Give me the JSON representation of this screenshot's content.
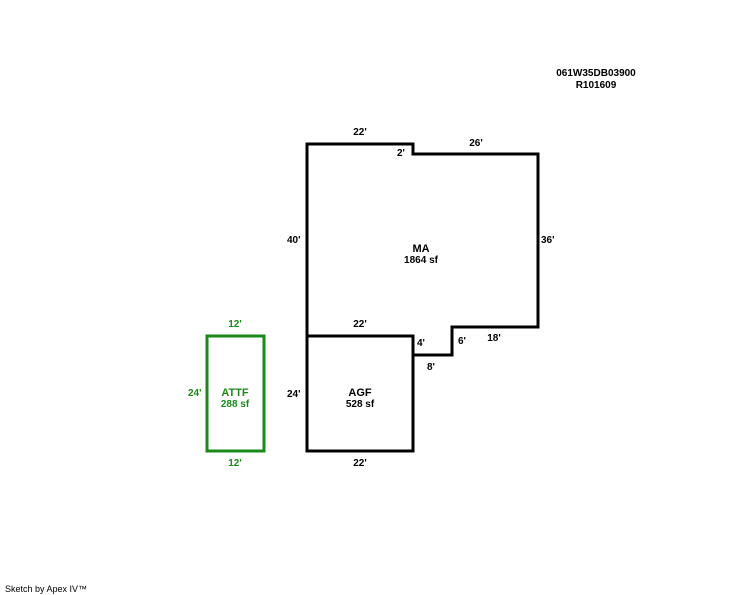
{
  "header": {
    "parcel_id": "061W35DB03900",
    "account": "R101609"
  },
  "areas": {
    "ma": {
      "name": "MA",
      "size": "1864 sf",
      "dims": {
        "top_left": "22'",
        "step_down": "2'",
        "top_right": "26'",
        "right": "36'",
        "left": "40'",
        "bottom_right": "18'",
        "notch_height": "6'",
        "agf_top": "22'"
      }
    },
    "agf": {
      "name": "AGF",
      "size": "528 sf",
      "dims": {
        "left": "24'",
        "bottom": "22'",
        "ledge": "4'",
        "ledge_bottom": "8'"
      }
    },
    "attf": {
      "name": "ATTF",
      "size": "288 sf",
      "dims": {
        "top": "12'",
        "bottom": "12'",
        "left": "24'"
      }
    }
  },
  "colors": {
    "main": "#000000",
    "attf": "#1a8a1a"
  },
  "footer": {
    "credit": "Sketch by Apex IV™"
  }
}
